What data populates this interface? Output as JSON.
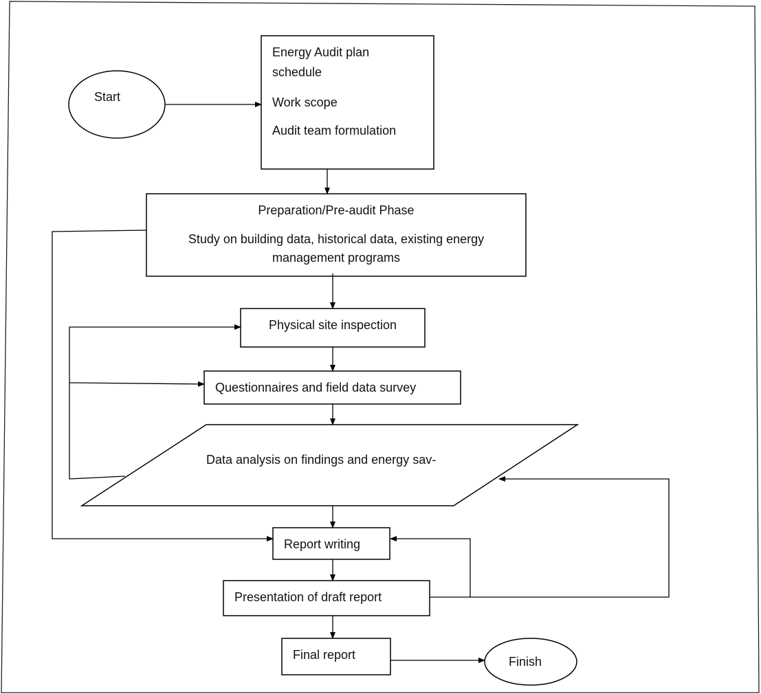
{
  "nodes": {
    "start": "Start",
    "plan_line1": "Energy Audit plan",
    "plan_line2": "schedule",
    "plan_line3": "Work scope",
    "plan_line4": "Audit team formulation",
    "prep_title": "Preparation/Pre-audit Phase",
    "prep_line1": "Study on building data, historical data, existing energy",
    "prep_line2": "management programs",
    "site": "Physical site inspection",
    "survey": "Questionnaires and field data survey",
    "analysis": "Data analysis on findings and energy sav-",
    "report": "Report writing",
    "draft": "Presentation of draft report",
    "final": "Final report",
    "finish": "Finish"
  }
}
